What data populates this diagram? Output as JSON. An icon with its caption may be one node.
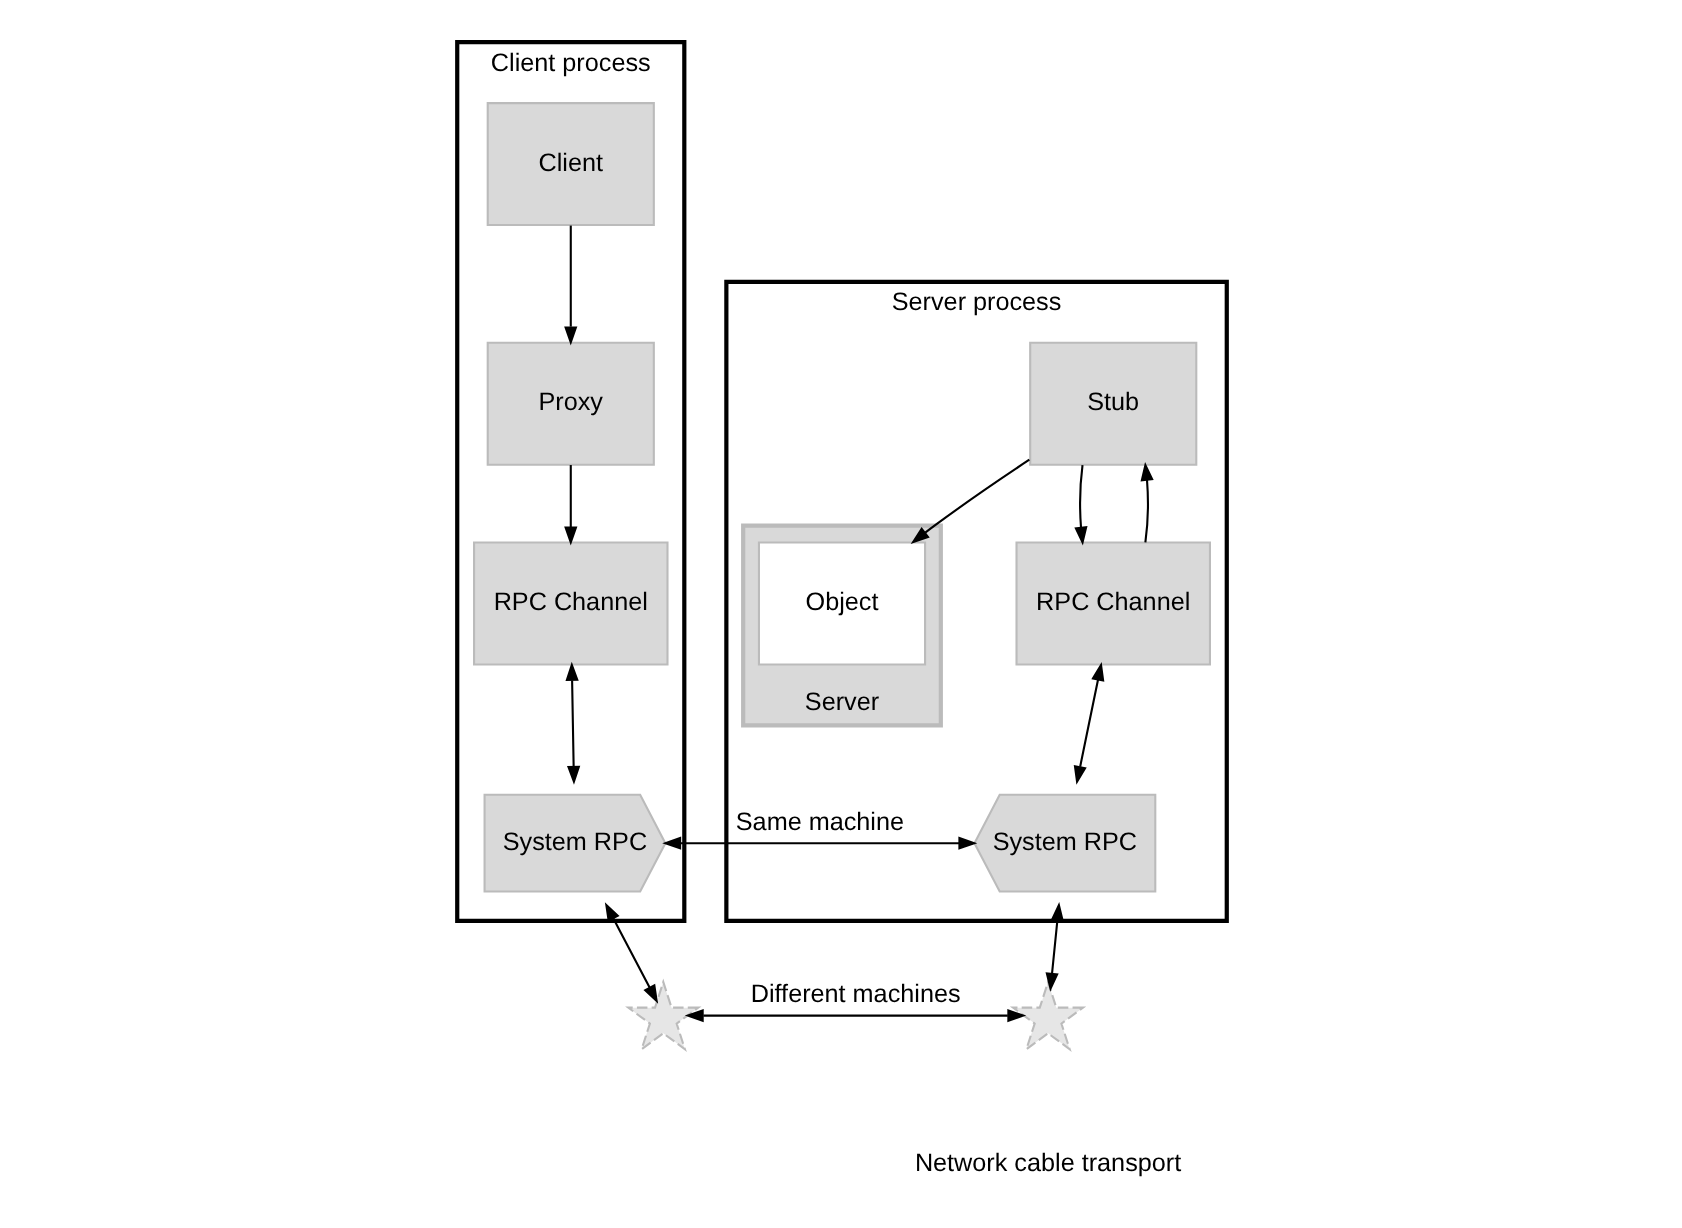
{
  "diagram": {
    "nodes": [
      {
        "text": [
          "Client process"
        ]
      },
      {
        "text": [
          "Client"
        ],
        "in": 0
      },
      {
        "text": [
          "Proxy"
        ],
        "in": 0
      },
      {
        "text": [
          "RPC Channel"
        ],
        "in": 0
      },
      {
        "text": [
          "System RPC"
        ],
        "in": 0
      },
      {
        "text": [
          "Server process"
        ]
      },
      {
        "text": [
          "Stub"
        ],
        "in": 5
      },
      {
        "text": [
          "Server"
        ],
        "in": 5
      },
      {
        "text": [
          "Object"
        ],
        "in": 7
      },
      {
        "text": [
          "RPC Channel"
        ],
        "in": 5
      },
      {
        "text": [
          "System RPC"
        ],
        "in": 5
      },
      {
        "text": [],
        "shape": "star"
      },
      {
        "text": [],
        "shape": "star"
      }
    ],
    "edges": [
      {
        "from": 1,
        "to": 2,
        "arrow": "to"
      },
      {
        "from": 2,
        "to": 3,
        "arrow": "to"
      },
      {
        "from": 6,
        "to": 8,
        "arrow": "to"
      },
      {
        "from": 6,
        "to": 9,
        "arrow": "to"
      },
      {
        "from": 9,
        "to": 6,
        "arrow": "to"
      },
      {
        "from": 3,
        "to": 4,
        "arrow": "both"
      },
      {
        "from": 9,
        "to": 10,
        "arrow": "both"
      },
      {
        "from": 4,
        "to": 10,
        "arrow": "both",
        "label": "Same machine"
      },
      {
        "from": 4,
        "to": 11,
        "arrow": "both"
      },
      {
        "from": 10,
        "to": 12,
        "arrow": "both"
      },
      {
        "from": 11,
        "to": 12,
        "arrow": "both",
        "label": "Different machines"
      }
    ],
    "labels": [
      "Network cable transport"
    ]
  }
}
